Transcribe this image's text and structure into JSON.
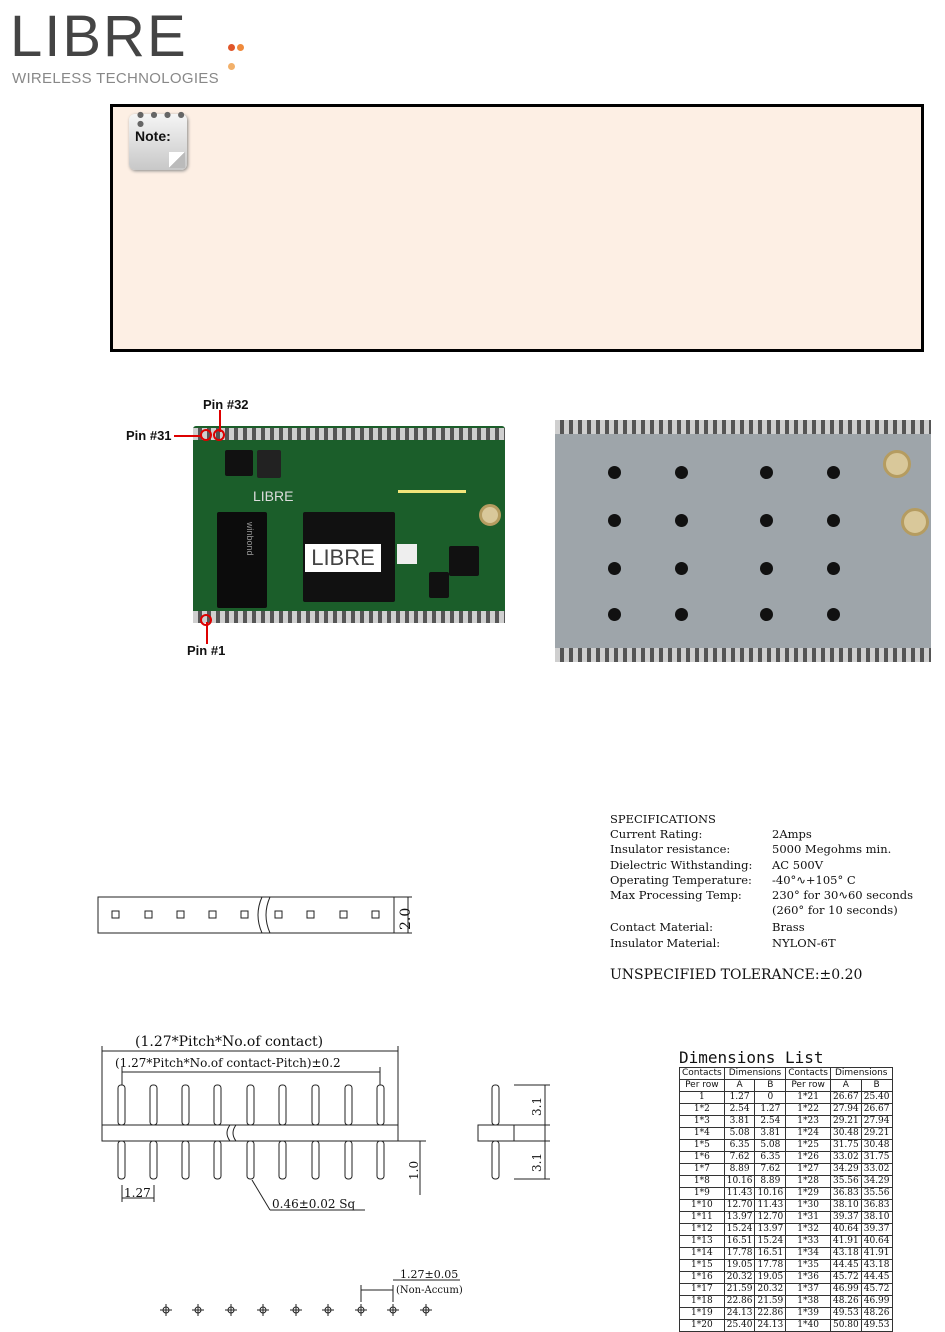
{
  "logo": {
    "word": "LIBRE",
    "subtitle": "WIRELESS TECHNOLOGIES",
    "dot_colors": [
      "#e0562a",
      "#ef8a3c",
      "#f2b06a"
    ]
  },
  "note": {
    "label": "Note:"
  },
  "photos": {
    "pin32": "Pin #32",
    "pin31": "Pin #31",
    "pin1": "Pin #1",
    "board_logo": "LIBRE",
    "chip_text": "winbond"
  },
  "drawing": {
    "top_dim": "2.0",
    "overall_length": "(1.27*Pitch*No.of contact)",
    "inner_length": "(1.27*Pitch*No.of contact-Pitch)±0.2",
    "pitch": "1.27",
    "pin_size": "0.46±0.02 Sq",
    "height_top": "3.1",
    "height_bottom": "3.1",
    "base": "1.0",
    "spacing": "1.27±0.05",
    "non_accum": "(Non-Accum)"
  },
  "specifications": {
    "title": "SPECIFICATIONS",
    "rows": [
      {
        "k": "Current Rating:",
        "v": "2Amps"
      },
      {
        "k": "Insulator resistance:",
        "v": "5000 Megohms min."
      },
      {
        "k": "Dielectric Withstanding:",
        "v": "AC 500V"
      },
      {
        "k": "Operating Temperature:",
        "v": "-40°∿+105° C"
      },
      {
        "k": "Max Processing Temp:",
        "v": "230° for 30∿60 seconds"
      },
      {
        "k": "",
        "v": "(260° for 10 seconds)"
      },
      {
        "k": "Contact Material:",
        "v": "Brass"
      },
      {
        "k": "Insulator Material:",
        "v": "NYLON-6T"
      }
    ],
    "tolerance": "UNSPECIFIED TOLERANCE:±0.20"
  },
  "dimensions": {
    "title": "Dimensions List",
    "headers": {
      "contacts": "Contacts",
      "per_row": "Per row",
      "dimensions": "Dimensions",
      "a": "A",
      "b": "B"
    },
    "rows": [
      [
        "1",
        "1.27",
        "0",
        "1*21",
        "26.67",
        "25.40"
      ],
      [
        "1*2",
        "2.54",
        "1.27",
        "1*22",
        "27.94",
        "26.67"
      ],
      [
        "1*3",
        "3.81",
        "2.54",
        "1*23",
        "29.21",
        "27.94"
      ],
      [
        "1*4",
        "5.08",
        "3.81",
        "1*24",
        "30.48",
        "29.21"
      ],
      [
        "1*5",
        "6.35",
        "5.08",
        "1*25",
        "31.75",
        "30.48"
      ],
      [
        "1*6",
        "7.62",
        "6.35",
        "1*26",
        "33.02",
        "31.75"
      ],
      [
        "1*7",
        "8.89",
        "7.62",
        "1*27",
        "34.29",
        "33.02"
      ],
      [
        "1*8",
        "10.16",
        "8.89",
        "1*28",
        "35.56",
        "34.29"
      ],
      [
        "1*9",
        "11.43",
        "10.16",
        "1*29",
        "36.83",
        "35.56"
      ],
      [
        "1*10",
        "12.70",
        "11.43",
        "1*30",
        "38.10",
        "36.83"
      ],
      [
        "1*11",
        "13.97",
        "12.70",
        "1*31",
        "39.37",
        "38.10"
      ],
      [
        "1*12",
        "15.24",
        "13.97",
        "1*32",
        "40.64",
        "39.37"
      ],
      [
        "1*13",
        "16.51",
        "15.24",
        "1*33",
        "41.91",
        "40.64"
      ],
      [
        "1*14",
        "17.78",
        "16.51",
        "1*34",
        "43.18",
        "41.91"
      ],
      [
        "1*15",
        "19.05",
        "17.78",
        "1*35",
        "44.45",
        "43.18"
      ],
      [
        "1*16",
        "20.32",
        "19.05",
        "1*36",
        "45.72",
        "44.45"
      ],
      [
        "1*17",
        "21.59",
        "20.32",
        "1*37",
        "46.99",
        "45.72"
      ],
      [
        "1*18",
        "22.86",
        "21.59",
        "1*38",
        "48.26",
        "46.99"
      ],
      [
        "1*19",
        "24.13",
        "22.86",
        "1*39",
        "49.53",
        "48.26"
      ],
      [
        "1*20",
        "25.40",
        "24.13",
        "1*40",
        "50.80",
        "49.53"
      ]
    ]
  }
}
